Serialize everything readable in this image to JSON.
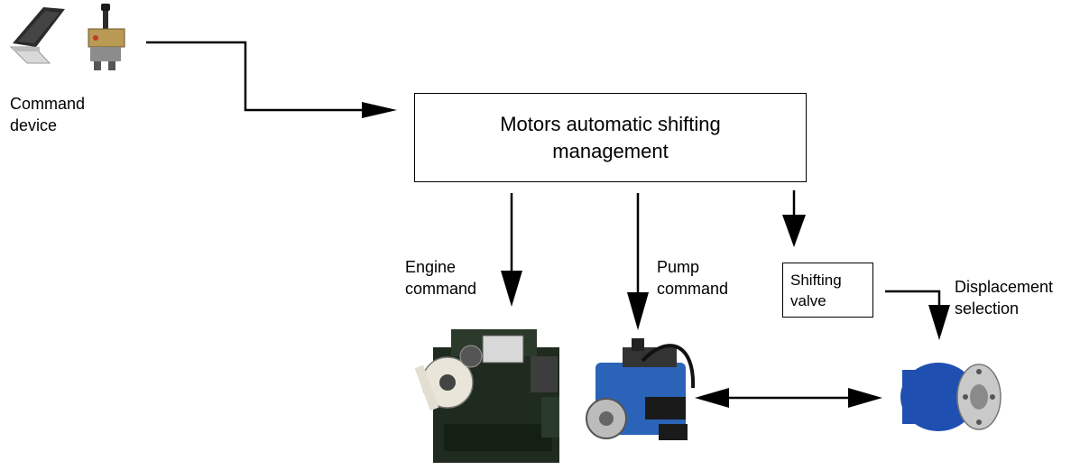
{
  "command_device": {
    "line1": "Command",
    "line2": "device"
  },
  "main_box": {
    "line1": "Motors automatic shifting",
    "line2": "management"
  },
  "engine_command": {
    "line1": "Engine",
    "line2": "command"
  },
  "pump_command": {
    "line1": "Pump",
    "line2": "command"
  },
  "shifting_valve": {
    "line1": "Shifting",
    "line2": "valve"
  },
  "displacement_selection": {
    "line1": "Displacement",
    "line2": "selection"
  },
  "icons": {
    "pedal": "accelerator-pedal-icon",
    "joystick": "joystick-lever-icon",
    "engine": "engine-icon",
    "pump": "hydraulic-pump-icon",
    "motor": "hydraulic-motor-icon"
  },
  "colors": {
    "line": "#000000",
    "pump_blue": "#2a63b8",
    "motor_blue": "#1f4fb0",
    "engine_dark": "#1e2a1e"
  }
}
